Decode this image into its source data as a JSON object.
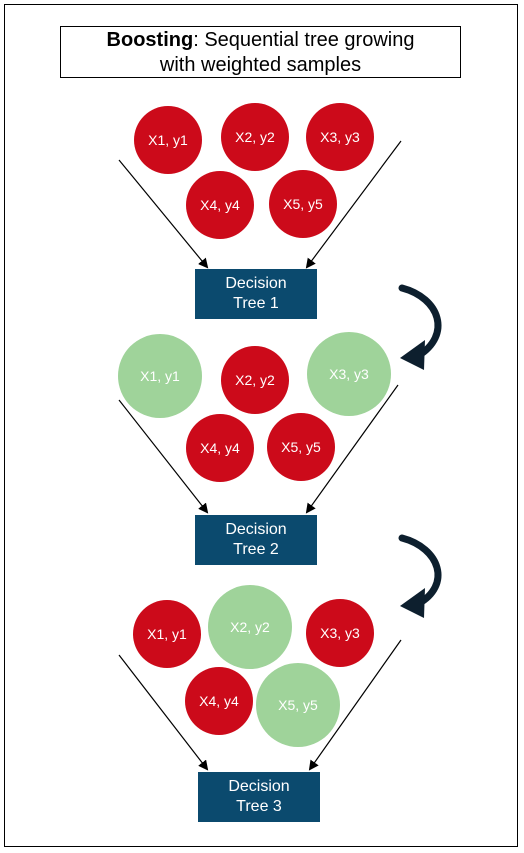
{
  "title": {
    "bold": "Boosting",
    "rest": ": Sequential tree growing",
    "line2": "with weighted samples"
  },
  "colors": {
    "misclassified": "#cc0a1a",
    "correct": "#9fd39a",
    "tree_box": "#0b4a6e",
    "arrow": "#0d1f2e"
  },
  "stages": [
    {
      "tree_label_1": "Decision",
      "tree_label_2": "Tree 1",
      "samples": [
        {
          "label": "X1, y1",
          "state": "misclassified"
        },
        {
          "label": "X2, y2",
          "state": "misclassified"
        },
        {
          "label": "X3, y3",
          "state": "misclassified"
        },
        {
          "label": "X4, y4",
          "state": "misclassified"
        },
        {
          "label": "X5, y5",
          "state": "misclassified"
        }
      ]
    },
    {
      "tree_label_1": "Decision",
      "tree_label_2": "Tree 2",
      "samples": [
        {
          "label": "X1, y1",
          "state": "correct"
        },
        {
          "label": "X2, y2",
          "state": "misclassified"
        },
        {
          "label": "X3, y3",
          "state": "correct"
        },
        {
          "label": "X4, y4",
          "state": "misclassified"
        },
        {
          "label": "X5, y5",
          "state": "misclassified"
        }
      ]
    },
    {
      "tree_label_1": "Decision",
      "tree_label_2": "Tree 3",
      "samples": [
        {
          "label": "X1, y1",
          "state": "misclassified"
        },
        {
          "label": "X2, y2",
          "state": "correct"
        },
        {
          "label": "X3, y3",
          "state": "misclassified"
        },
        {
          "label": "X4, y4",
          "state": "misclassified"
        },
        {
          "label": "X5, y5",
          "state": "correct"
        }
      ]
    }
  ]
}
